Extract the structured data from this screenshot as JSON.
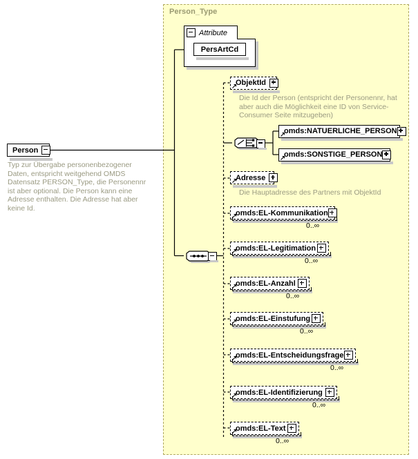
{
  "diagram": {
    "kind": "xml-schema-element-diagram",
    "root_element": {
      "name": "Person",
      "control": "minus",
      "documentation": "Typ zur Übergabe personenbezogener Daten, entspricht weitgehend OMDS Datensatz PERSON_Type, die Personennr ist aber optional. Die Person kann eine Adresse enthalten. Die Adresse hat aber keine Id."
    },
    "type_panel": {
      "label": "Person_Type",
      "background": "#ffffcc",
      "border_color": "#b0a860"
    },
    "attribute_group": {
      "label": "Attribute",
      "control": "minus",
      "attributes": [
        {
          "name": "PersArtCd"
        }
      ]
    },
    "sequence": {
      "icon": "sequence-icon",
      "control": "minus",
      "children": [
        {
          "name": "ObjektId",
          "control": "plus",
          "optional": true,
          "documentation": "Die Id der Person (entspricht der Personennr, hat aber auch die Möglichkeit eine ID von Service-Consumer Seite mitzugeben)",
          "occurrence": ""
        },
        {
          "name": "__choice__",
          "icon": "choice-icon",
          "control": "minus",
          "options": [
            {
              "name": "omds:NATUERLICHE_PERSON",
              "control": "plus",
              "optional": false
            },
            {
              "name": "omds:SONSTIGE_PERSON",
              "control": "plus",
              "optional": false
            }
          ]
        },
        {
          "name": "Adresse",
          "control": "plus",
          "optional": true,
          "documentation": "Die Hauptadresse des Partners mit ObjektId",
          "occurrence": ""
        },
        {
          "name": "omds:EL-Kommunikation",
          "control": "plus",
          "optional": true,
          "occurrence": "0..∞",
          "repeating": true
        },
        {
          "name": "omds:EL-Legitimation",
          "control": "plus",
          "optional": true,
          "occurrence": "0..∞",
          "repeating": true
        },
        {
          "name": "omds:EL-Anzahl",
          "control": "plus",
          "optional": true,
          "occurrence": "0..∞",
          "repeating": true
        },
        {
          "name": "omds:EL-Einstufung",
          "control": "plus",
          "optional": true,
          "occurrence": "0..∞",
          "repeating": true
        },
        {
          "name": "omds:EL-Entscheidungsfrage",
          "control": "plus",
          "optional": true,
          "occurrence": "0..∞",
          "repeating": true
        },
        {
          "name": "omds:EL-Identifizierung",
          "control": "plus",
          "optional": true,
          "occurrence": "0..∞",
          "repeating": true
        },
        {
          "name": "omds:EL-Text",
          "control": "plus",
          "optional": true,
          "occurrence": "0..∞",
          "repeating": true
        }
      ]
    },
    "colors": {
      "panel_background": "#ffffcc",
      "panel_border": "#b0a860",
      "doc_text": "#9a9a82",
      "panel_label": "#9a9a72",
      "node_border": "#000000",
      "node_background": "#ffffff",
      "shadow": "#c8c8c8"
    }
  }
}
